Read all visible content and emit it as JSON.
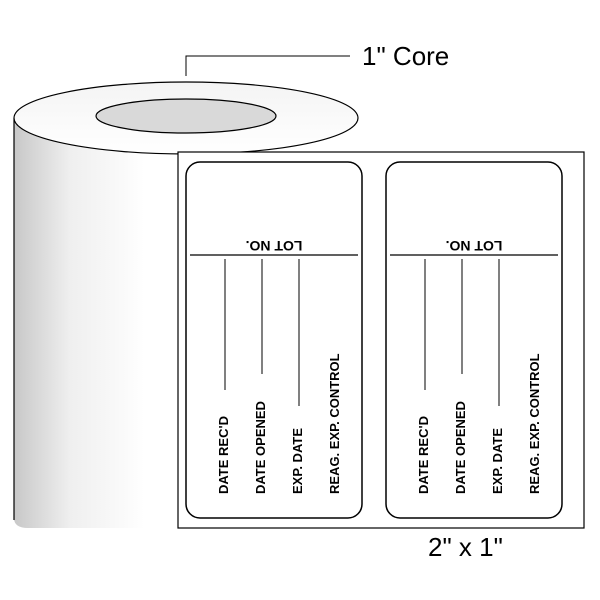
{
  "callouts": {
    "core": "1\" Core",
    "size": "2\" x 1\""
  },
  "label": {
    "lot_no": "LOT NO.",
    "fields": [
      "DATE REC'D",
      "DATE OPENED",
      "EXP. DATE",
      "REAG. EXP. CONTROL"
    ]
  },
  "label_count": 2,
  "colors": {
    "outline": "#000000",
    "core_fill": "#d9d9d9",
    "roll_shade": "#c8c8c8"
  }
}
